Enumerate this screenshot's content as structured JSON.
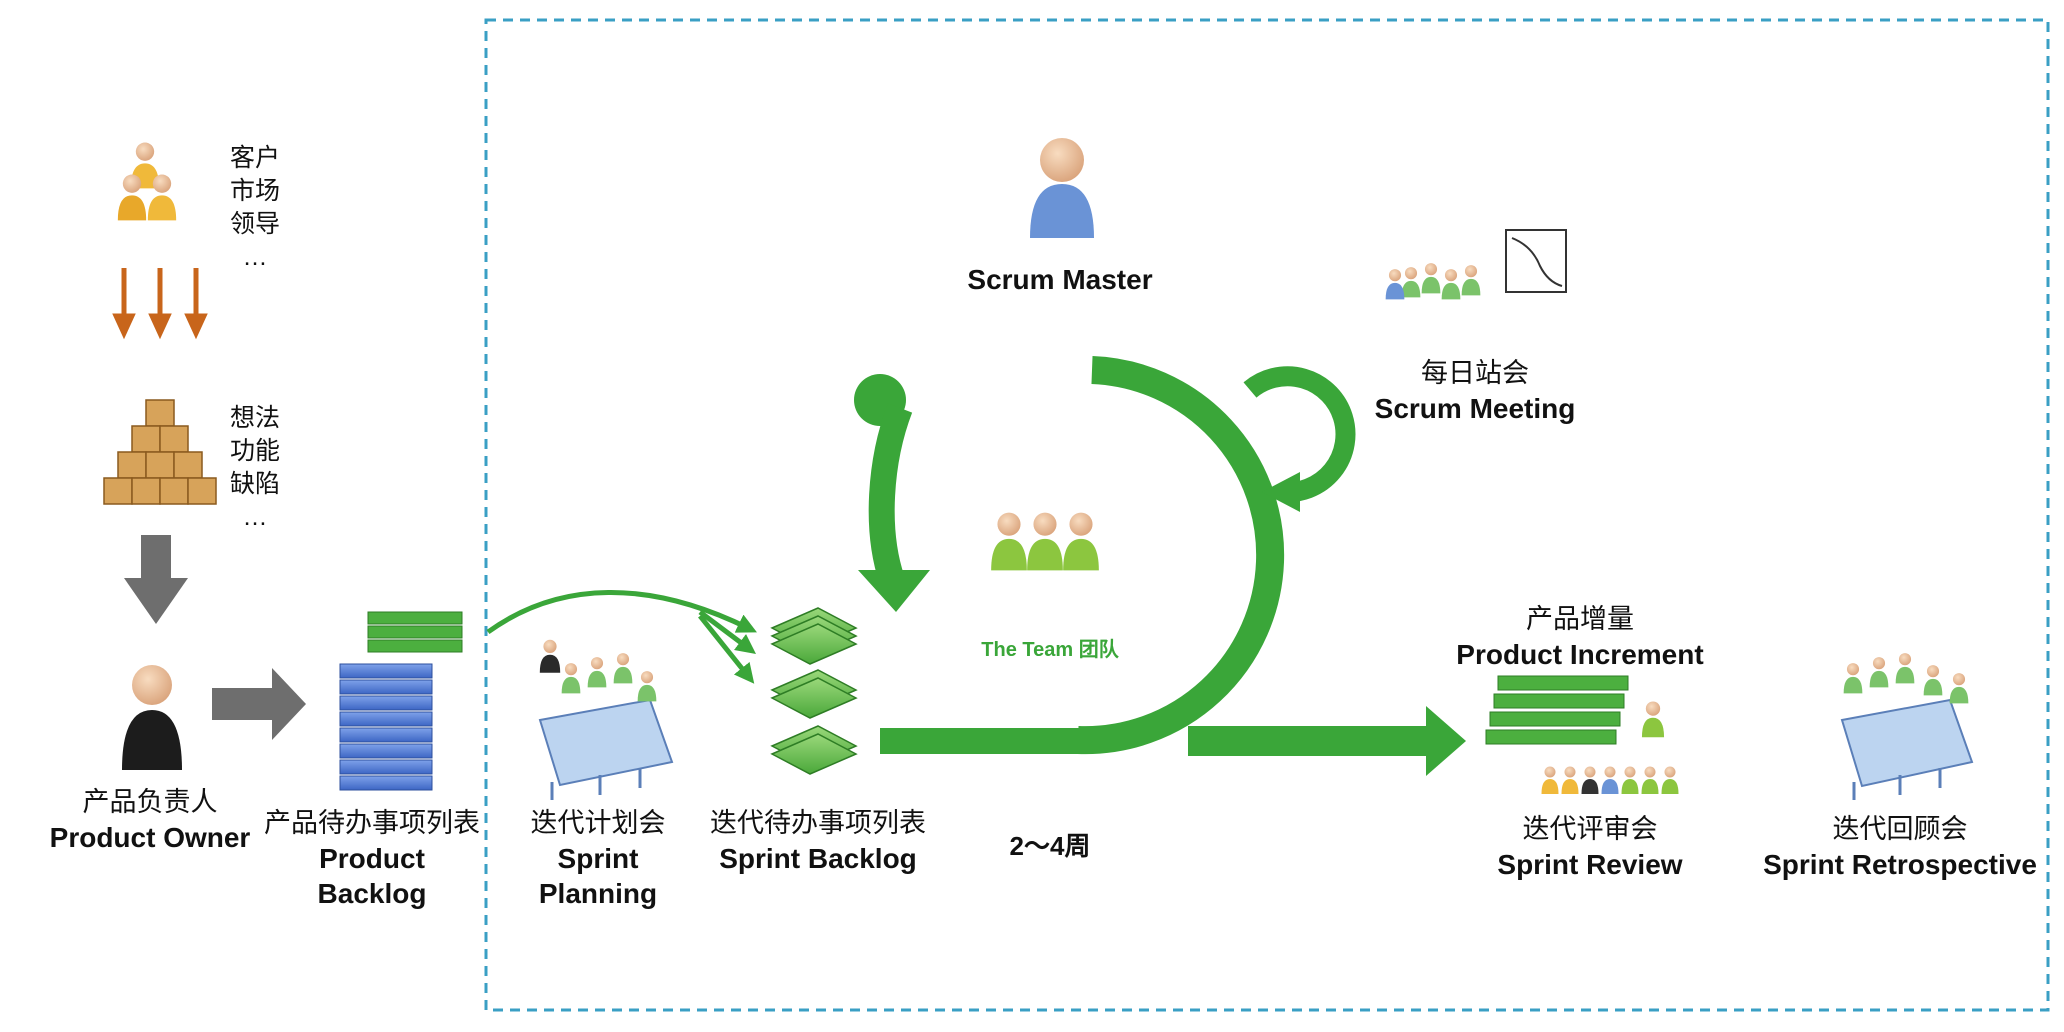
{
  "stakeholders": [
    "客户",
    "市场",
    "领导",
    "…"
  ],
  "ideas": [
    "想法",
    "功能",
    "缺陷",
    "…"
  ],
  "product_owner": {
    "cn": "产品负责人",
    "en": "Product Owner"
  },
  "product_backlog": {
    "cn": "产品待办事项列表",
    "en": "Product Backlog"
  },
  "sprint_planning": {
    "cn": "迭代计划会",
    "en": "Sprint Planning"
  },
  "sprint_backlog": {
    "cn": "迭代待办事项列表",
    "en": "Sprint Backlog"
  },
  "scrum_master": {
    "en": "Scrum Master"
  },
  "daily_scrum": {
    "cn": "每日站会",
    "en": "Scrum Meeting"
  },
  "team": {
    "label": "The Team 团队"
  },
  "duration": "2～4周",
  "increment": {
    "cn": "产品增量",
    "en": "Product Increment"
  },
  "sprint_review": {
    "cn": "迭代评审会",
    "en": "Sprint Review"
  },
  "retrospective": {
    "cn": "迭代回顾会",
    "en": "Sprint Retrospective"
  },
  "colors": {
    "green": "#3aa639",
    "dashed_border": "#3a9fc4",
    "orange_arrow": "#c8651b",
    "gray_arrow": "#6e6e6e",
    "blue_stack": "#5b82d6"
  }
}
